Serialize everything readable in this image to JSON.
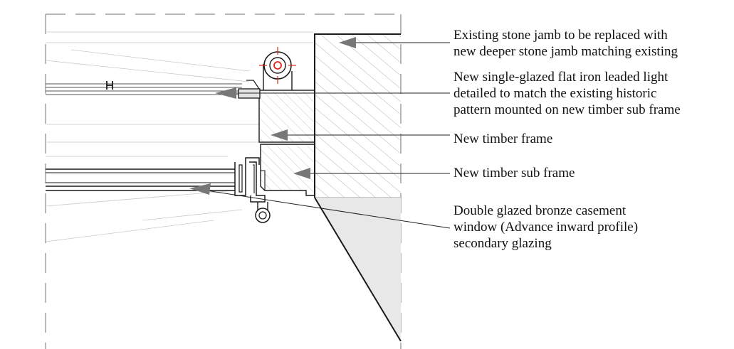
{
  "annotations": [
    {
      "id": "stone-jamb",
      "lines": [
        "Existing stone jamb to be replaced with",
        "new deeper stone jamb matching existing"
      ]
    },
    {
      "id": "leaded-light",
      "lines": [
        "New single-glazed flat iron leaded light",
        "detailed to match the existing historic",
        "pattern mounted on new timber sub frame"
      ]
    },
    {
      "id": "timber-frame",
      "lines": [
        "New timber frame"
      ]
    },
    {
      "id": "timber-sub-frame",
      "lines": [
        "New timber sub frame"
      ]
    },
    {
      "id": "casement",
      "lines": [
        "Double glazed bronze casement",
        "window (Advance inward profile)",
        "secondary glazing"
      ]
    }
  ],
  "colors": {
    "line": "#1a1a1a",
    "thin": "#8a8a8a",
    "hatch": "#9a9a9a",
    "reveal_fill": "#e8e8e8",
    "arrow": "#777777",
    "centre_mark": "#e0251b"
  }
}
